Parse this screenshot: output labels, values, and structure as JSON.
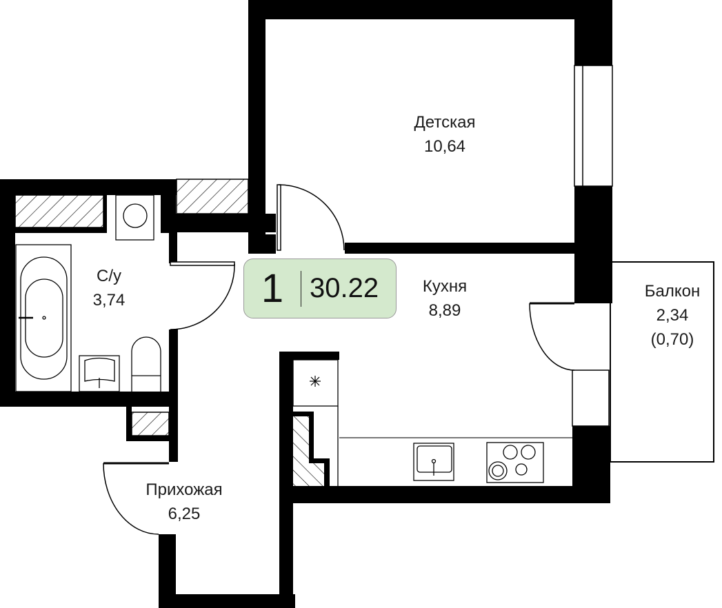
{
  "apartment": {
    "rooms": "1",
    "total_area": "30.22",
    "badge_color": "#d4e9cd"
  },
  "rooms": {
    "detskaya": {
      "name": "Детская",
      "area": "10,64"
    },
    "kitchen": {
      "name": "Кухня",
      "area": "8,89"
    },
    "bathroom": {
      "name": "С/у",
      "area": "3,74"
    },
    "balcony": {
      "name": "Балкон",
      "area": "2,34",
      "reduced_area": "(0,70)"
    },
    "hallway": {
      "name": "Прихожая",
      "area": "6,25"
    }
  }
}
